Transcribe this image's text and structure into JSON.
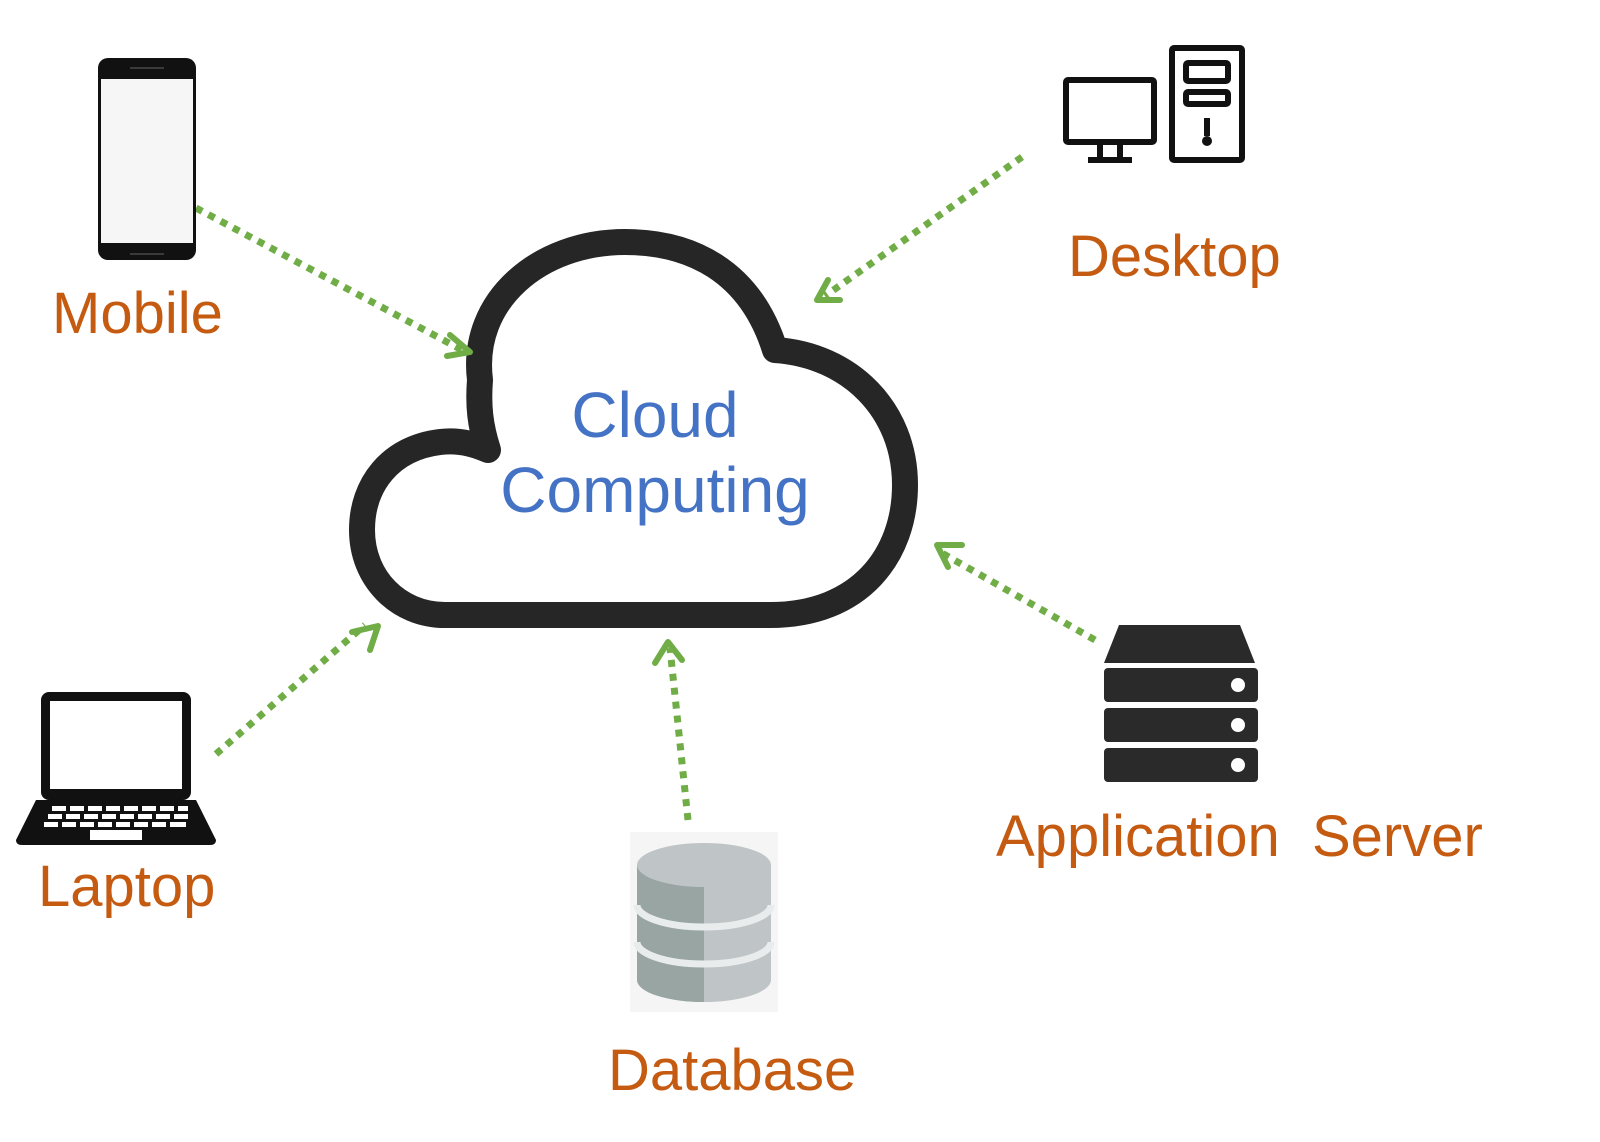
{
  "title": "Cloud Computing",
  "colors": {
    "node_label": "#C55A11",
    "center_label": "#4472C4",
    "connector": "#70AD47",
    "icon_dark": "#262626",
    "background": "#FFFFFF"
  },
  "center": {
    "line1": "Cloud",
    "line2": "Computing",
    "icon": "cloud-icon"
  },
  "nodes": [
    {
      "id": "mobile",
      "label": "Mobile",
      "icon": "mobile-phone-icon"
    },
    {
      "id": "desktop",
      "label": "Desktop",
      "icon": "desktop-computer-icon"
    },
    {
      "id": "laptop",
      "label": "Laptop",
      "icon": "laptop-icon"
    },
    {
      "id": "database",
      "label": "Database",
      "icon": "database-icon"
    },
    {
      "id": "app-server",
      "label": "Application  Server",
      "icon": "server-icon"
    }
  ],
  "connectors": [
    {
      "from": "mobile",
      "to": "cloud",
      "style": "dotted-arrow"
    },
    {
      "from": "desktop",
      "to": "cloud",
      "style": "dotted-arrow"
    },
    {
      "from": "laptop",
      "to": "cloud",
      "style": "dotted-arrow"
    },
    {
      "from": "database",
      "to": "cloud",
      "style": "dotted-arrow"
    },
    {
      "from": "app-server",
      "to": "cloud",
      "style": "dotted-arrow"
    }
  ]
}
